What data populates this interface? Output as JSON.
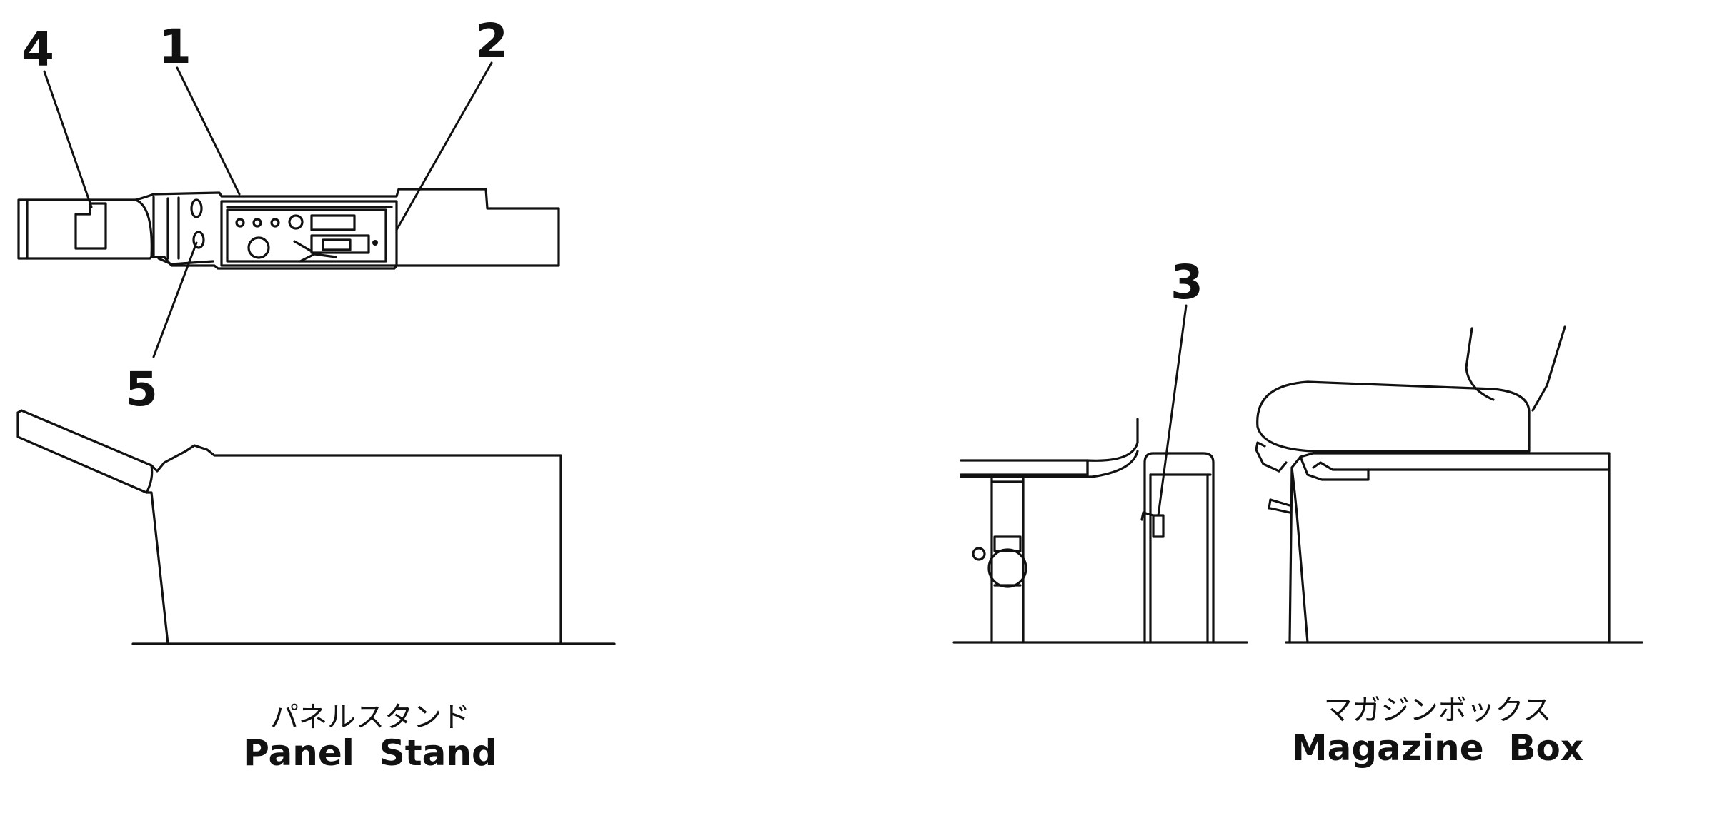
{
  "callouts": {
    "n1": "1",
    "n2": "2",
    "n3": "3",
    "n4": "4",
    "n5": "5"
  },
  "captions": {
    "panel_stand_jp": "パネルスタンド",
    "panel_stand_en": "Panel  Stand",
    "magazine_box_jp": "マガジンボックス",
    "magazine_box_en": "Magazine  Box"
  },
  "colors": {
    "line": "#111111",
    "background": "#ffffff"
  }
}
